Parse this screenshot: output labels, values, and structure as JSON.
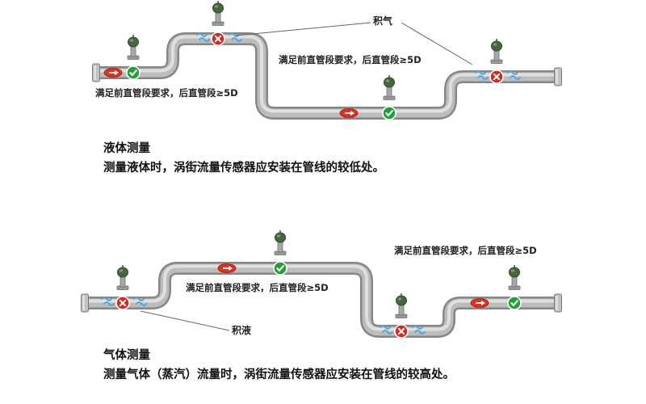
{
  "liquid_diagram": {
    "gas_pocket_label": "积气",
    "note_upper": "满足前直管段要求，后直管段≥5D",
    "note_lower": "满足前直管段要求，后直管段≥5D",
    "title": "液体测量",
    "description": "测量液体时，涡街流量传感器应安装在管线的较低处。"
  },
  "gas_diagram": {
    "liquid_pocket_label": "积液",
    "note_upper": "满足前直管段要求，后直管段≥5D",
    "note_lower": "满足前直管段要求，后直管段≥5D",
    "title": "气体测量",
    "description": "测量气体（蒸汽）流量时，涡街流量传感器应安装在管线的较高处。"
  },
  "colors": {
    "correct_green": "#21a038",
    "incorrect_red": "#d8261c",
    "water_blue": "#4aa3e0",
    "pipe_gray": "#8a8a8a"
  }
}
